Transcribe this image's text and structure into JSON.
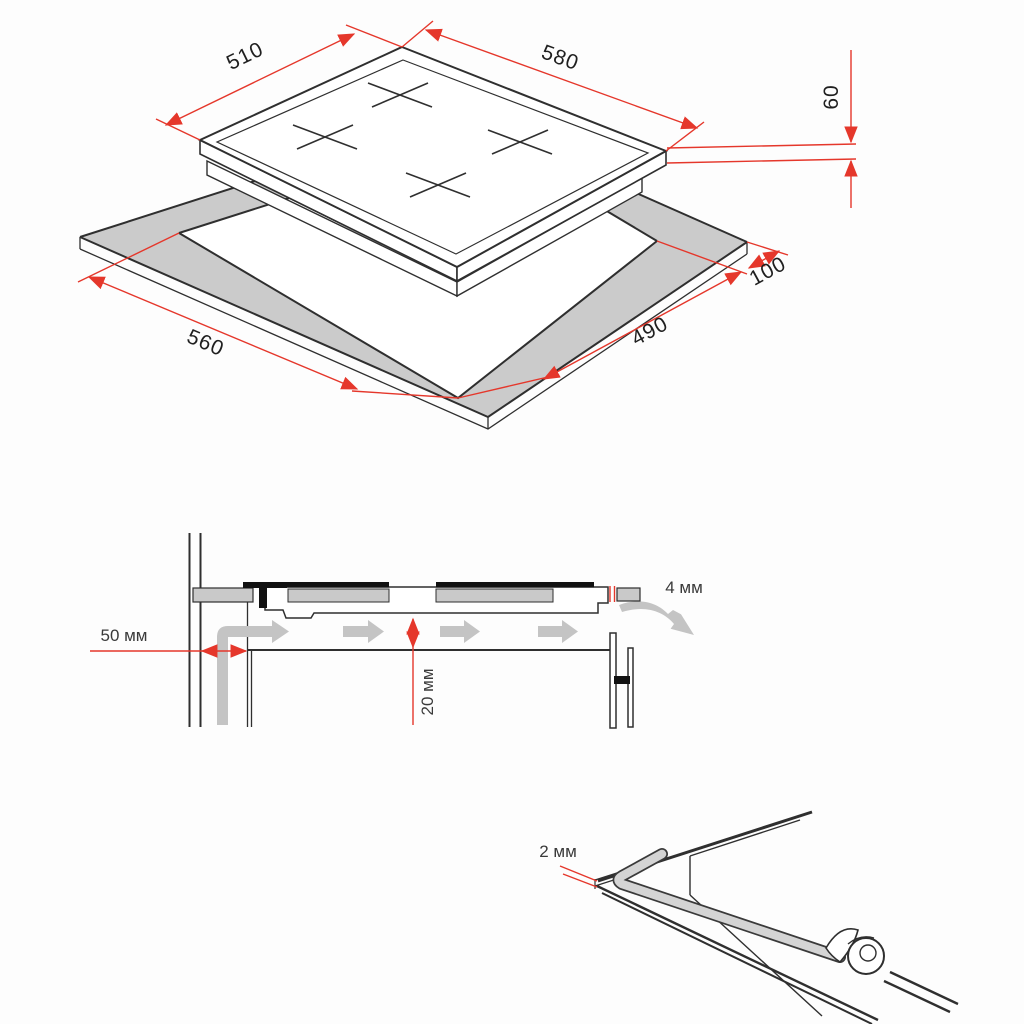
{
  "diagram_title": "hob-installation-diagram",
  "colors": {
    "dimension_red": "#e5372b",
    "surface_gray": "#cbcbcb",
    "airflow_gray": "#c4c4c4",
    "line_dark": "#2f2f2f"
  },
  "isometric_view": {
    "hob_depth": "510",
    "hob_width": "580",
    "hob_height": "60",
    "cutout_width": "560",
    "cutout_depth": "490",
    "edge_min_distance": "100"
  },
  "section_view": {
    "wall_clearance": "50 мм",
    "under_clearance": "20 мм",
    "rear_vent_gap": "4 мм"
  },
  "seal_detail": {
    "seal_thickness": "2 мм"
  }
}
